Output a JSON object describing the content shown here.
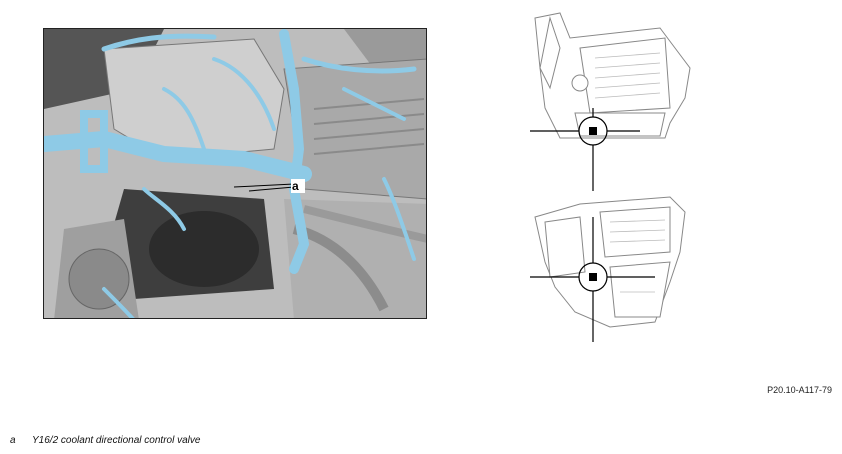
{
  "figure": {
    "callout": "a",
    "reference": "P20.10-A117-79"
  },
  "legend": [
    {
      "key": "a",
      "text": "Y16/2 coolant directional control valve"
    }
  ],
  "colors": {
    "highlight": "#8ecae6",
    "line": "#000000",
    "engine_grey": "#b5b5b5"
  }
}
